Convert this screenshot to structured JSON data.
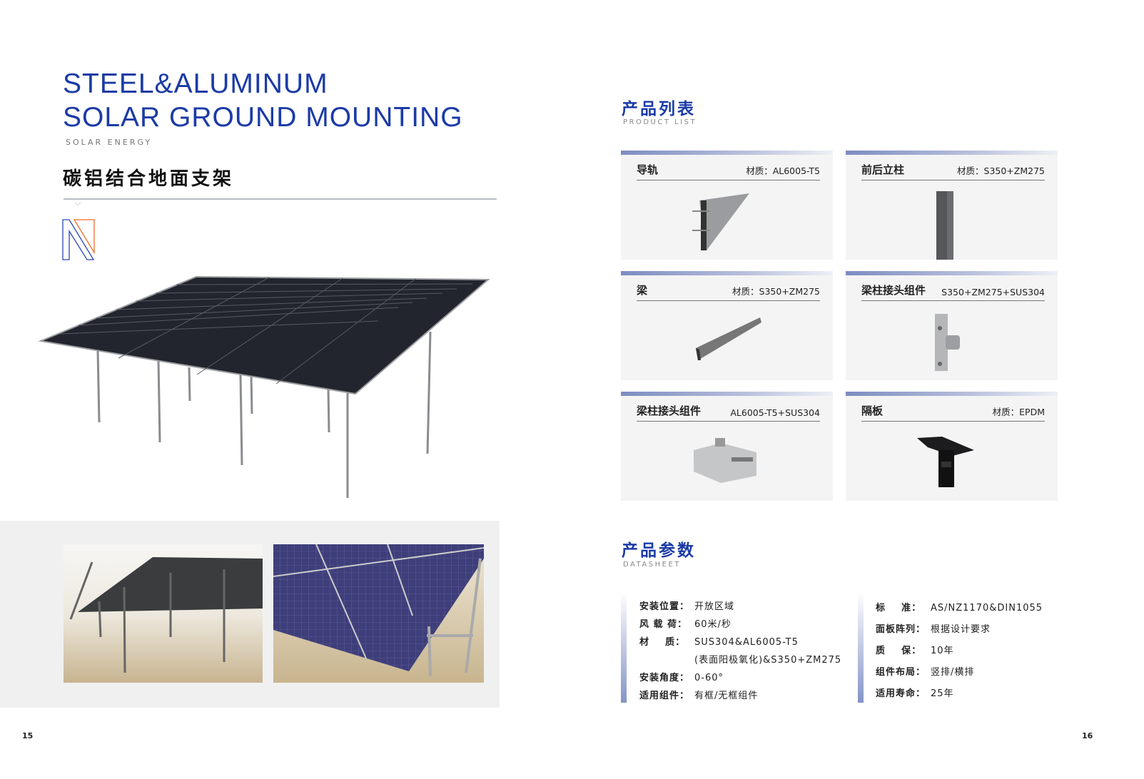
{
  "left": {
    "title_line1": "STEEL&ALUMINUM",
    "title_line2": "SOLAR GROUND MOUNTING",
    "subtitle": "SOLAR ENERGY",
    "cn_title": "碳铝结合地面支架",
    "logo": "N",
    "page_number": "15"
  },
  "right": {
    "product_list": {
      "heading": "产品列表",
      "subheading": "PRODUCT LIST",
      "items": [
        {
          "name": "导轨",
          "material": "材质：AL6005-T5"
        },
        {
          "name": "前后立柱",
          "material": "材质：S350+ZM275"
        },
        {
          "name": "梁",
          "material": "材质：S350+ZM275"
        },
        {
          "name": "梁柱接头组件",
          "material": "S350+ZM275+SUS304"
        },
        {
          "name": "梁柱接头组件",
          "material": "AL6005-T5+SUS304"
        },
        {
          "name": "隔板",
          "material": "材质：EPDM"
        }
      ]
    },
    "datasheet": {
      "heading": "产品参数",
      "subheading": "DATASHEET",
      "left": [
        {
          "k": "安装位置：",
          "v": "开放区域"
        },
        {
          "k": "风 载 荷：",
          "v": "60米/秒"
        },
        {
          "k": "材    质：",
          "v": "SUS304&AL6005-T5"
        },
        {
          "k": "",
          "v": "(表面阳极氧化)&S350+ZM275"
        },
        {
          "k": "安装角度：",
          "v": "0-60°"
        },
        {
          "k": "适用组件：",
          "v": "有框/无框组件"
        }
      ],
      "right": [
        {
          "k": "标    准：",
          "v": "AS/NZ1170&DIN1055"
        },
        {
          "k": "面板阵列：",
          "v": "根据设计要求"
        },
        {
          "k": "质    保：",
          "v": "10年"
        },
        {
          "k": "组件布局：",
          "v": "竖排/横排"
        },
        {
          "k": "适用寿命：",
          "v": "25年"
        }
      ]
    },
    "page_number": "16"
  },
  "colors": {
    "accent": "#1b3ba6",
    "logo_orange": "#f26b2a"
  }
}
